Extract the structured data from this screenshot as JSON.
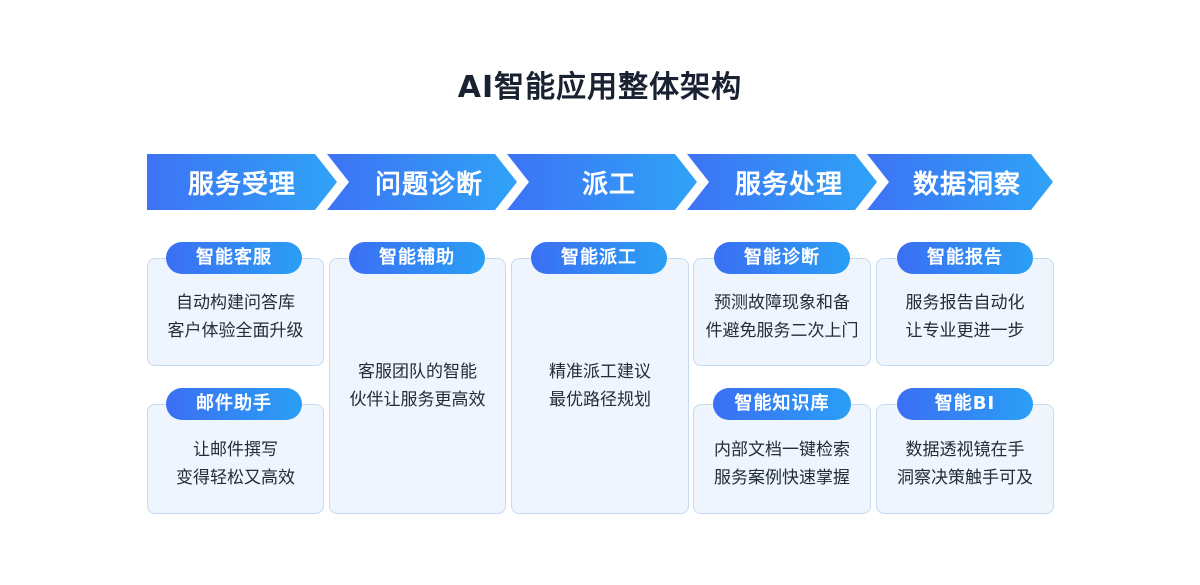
{
  "title": "AI智能应用整体架构",
  "stages": [
    "服务受理",
    "问题诊断",
    "派工",
    "服务处理",
    "数据洞察"
  ],
  "cards": {
    "smart_cs": {
      "label": "智能客服",
      "lines": [
        "自动构建问答库",
        "客户体验全面升级"
      ]
    },
    "mail_assistant": {
      "label": "邮件助手",
      "lines": [
        "让邮件撰写",
        "变得轻松又高效"
      ]
    },
    "smart_assist": {
      "label": "智能辅助",
      "lines": [
        "客服团队的智能",
        "伙伴让服务更高效"
      ]
    },
    "smart_dispatch": {
      "label": "智能派工",
      "lines": [
        "精准派工建议",
        "最优路径规划"
      ]
    },
    "smart_diagnosis": {
      "label": "智能诊断",
      "lines": [
        "预测故障现象和备",
        "件避免服务二次上门"
      ]
    },
    "knowledge_base": {
      "label": "智能知识库",
      "lines": [
        "内部文档一键检索",
        "服务案例快速掌握"
      ]
    },
    "smart_report": {
      "label": "智能报告",
      "lines": [
        "服务报告自动化",
        "让专业更进一步"
      ]
    },
    "smart_bi": {
      "label": "智能BI",
      "lines": [
        "数据透视镜在手",
        "洞察决策触手可及"
      ]
    }
  },
  "colors": {
    "accent_start": "#3d73f5",
    "accent_end": "#2fa3f7",
    "card_bg": "#eef5fd",
    "card_border": "#c5dbf3",
    "title": "#1a2232"
  }
}
